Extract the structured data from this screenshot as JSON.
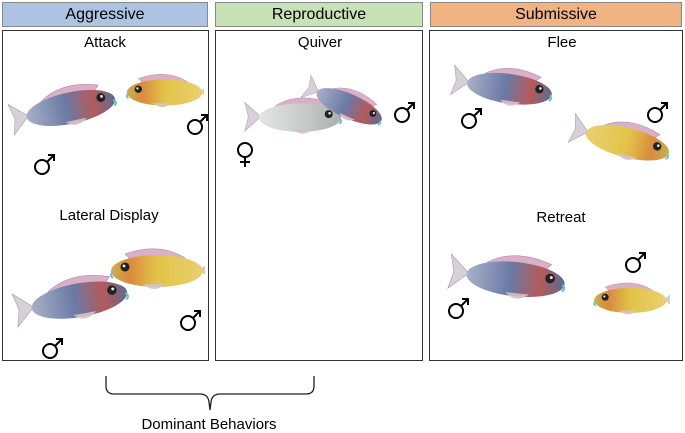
{
  "headers": {
    "aggressive": "Aggressive",
    "reproductive": "Reproductive",
    "submissive": "Submissive"
  },
  "behaviors": {
    "attack": "Attack",
    "lateral_display": "Lateral Display",
    "quiver": "Quiver",
    "flee": "Flee",
    "retreat": "Retreat"
  },
  "group_label": "Dominant Behaviors",
  "colors": {
    "aggressive_header": "#adc3e3",
    "reproductive_header": "#c7e2b5",
    "submissive_header": "#f2b383",
    "blue_fish": "#5f6f99",
    "yellow_fish": "#e3c64a",
    "female_fish": "#c4c9c8"
  },
  "icons": [
    "male-symbol-icon",
    "female-symbol-icon"
  ]
}
